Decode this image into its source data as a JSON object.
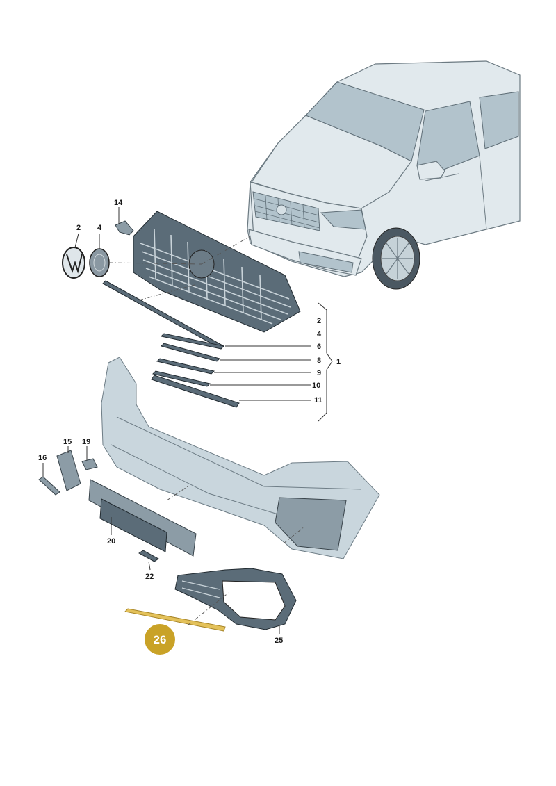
{
  "callouts": {
    "n14": "14",
    "n2_top": "2",
    "n4_top": "4",
    "n2": "2",
    "n4": "4",
    "n6": "6",
    "n8": "8",
    "n9": "9",
    "n10": "10",
    "n11": "11",
    "n1": "1",
    "n15": "15",
    "n19": "19",
    "n16": "16",
    "n20": "20",
    "n22": "22",
    "n25": "25",
    "n26": "26"
  },
  "colors": {
    "highlight_badge": "#c9a227",
    "highlight_part": "#e3c15a"
  }
}
